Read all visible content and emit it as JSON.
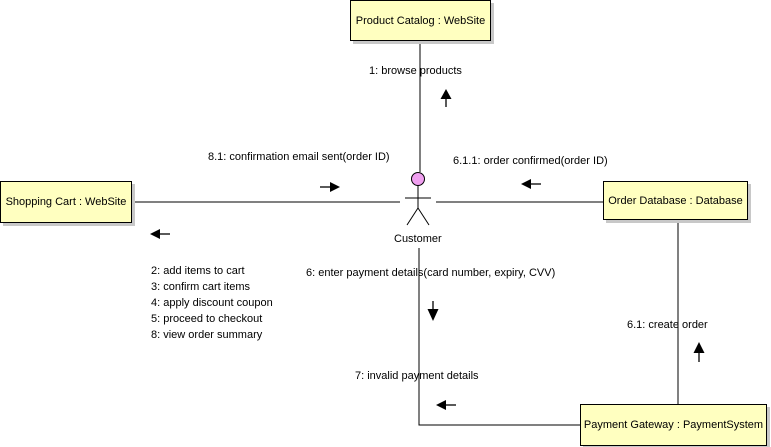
{
  "objects": {
    "product_catalog": "Product Catalog : WebSite",
    "shopping_cart": "Shopping Cart : WebSite",
    "order_database": "Order Database : Database",
    "payment_gateway": "Payment Gateway : PaymentSystem"
  },
  "actor": {
    "name": "Customer",
    "head_color": "#f0a0f0"
  },
  "messages": {
    "browse": "1: browse products",
    "confirm_email": "8.1: confirmation email sent(order ID)",
    "order_confirmed": "6.1.1: order confirmed(order ID)",
    "cart_list": [
      "2: add items to cart",
      "3: confirm cart items",
      "4: apply discount coupon",
      "5: proceed to checkout",
      "8: view order summary"
    ],
    "enter_payment": "6: enter payment details(card number, expiry, CVV)",
    "create_order": "6.1: create order",
    "invalid_payment": "7: invalid payment details"
  },
  "colors": {
    "object_fill": "#ffffc0",
    "line": "#000000",
    "shadow": "#c8c8c8"
  }
}
